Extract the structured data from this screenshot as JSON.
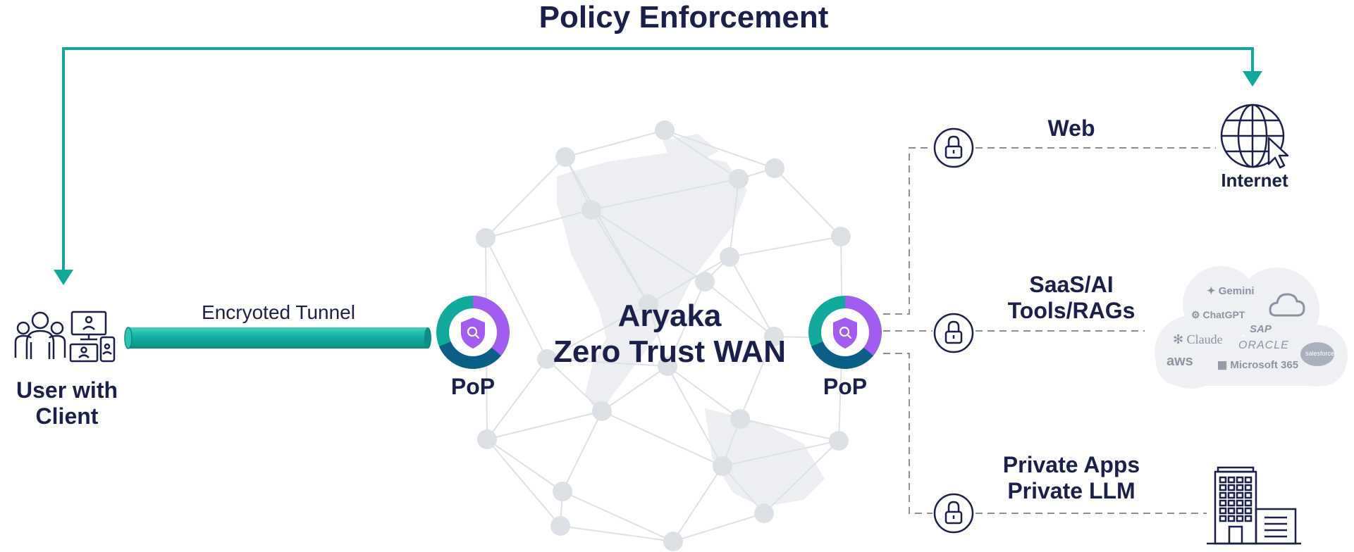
{
  "title": "Policy Enforcement",
  "users": {
    "label": "User with Client"
  },
  "tunnel": {
    "label": "Encryoted Tunnel"
  },
  "center": {
    "line1": "Aryaka",
    "line2": "Zero Trust WAN"
  },
  "pops": [
    {
      "label": "PoP"
    },
    {
      "label": "PoP"
    }
  ],
  "destinations": {
    "web": {
      "label": "Web"
    },
    "internet": {
      "label": "Internet"
    },
    "saas": {
      "line1": "SaaS/AI",
      "line2": "Tools/RAGs"
    },
    "private": {
      "line1": "Private Apps",
      "line2": "Private LLM"
    }
  },
  "saas_brands": [
    "Gemini",
    "ChatGPT",
    "Claude",
    "SAP",
    "ORACLE",
    "aws",
    "Microsoft 365",
    "salesforce"
  ],
  "icons": [
    "users-icon",
    "devices-icon",
    "shield-icon",
    "lock-icon",
    "globe-icon",
    "cursor-icon",
    "cloud-icon",
    "building-icon",
    "world-map-icon",
    "network-mesh-icon"
  ],
  "colors": {
    "teal": "#10a99b",
    "navy": "#1b1f4b",
    "purple": "#a35cf0",
    "darkblue": "#0b5f86",
    "mesh": "#dde1e6",
    "dashed": "#8c8f99"
  }
}
